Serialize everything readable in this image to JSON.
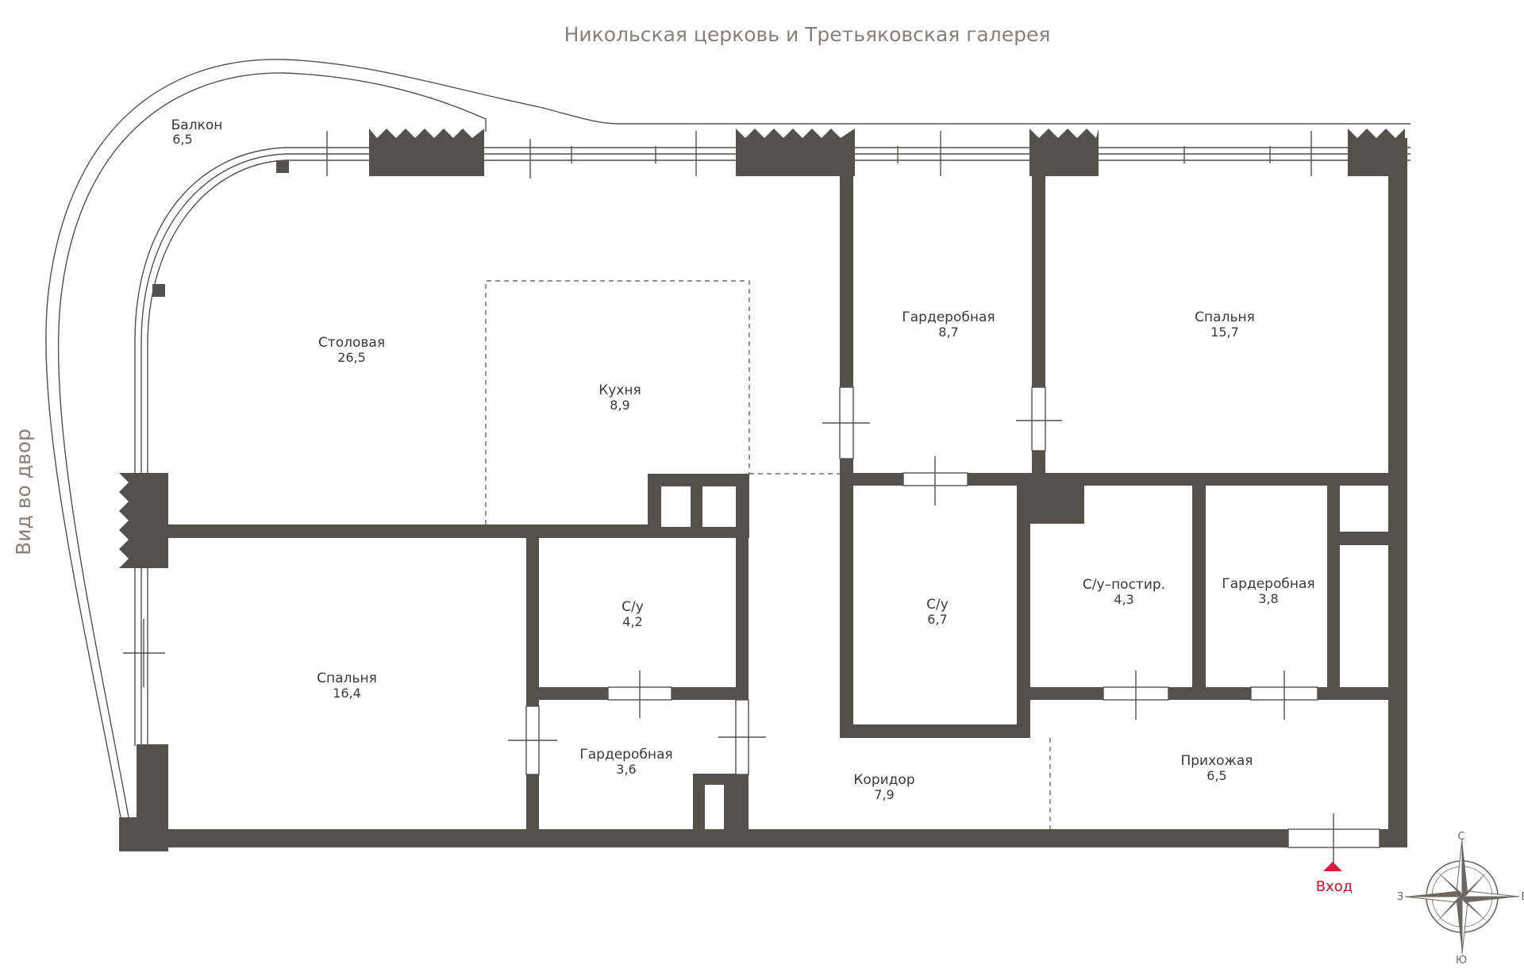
{
  "views": {
    "north": "Никольская церковь и Третьяковская галерея",
    "west": "Вид во двор"
  },
  "rooms": {
    "balcony": {
      "name": "Балкон",
      "area": "6,5"
    },
    "dining": {
      "name": "Столовая",
      "area": "26,5"
    },
    "kitchen": {
      "name": "Кухня",
      "area": "8,9"
    },
    "wardrobe_n": {
      "name": "Гардеробная",
      "area": "8,7"
    },
    "bedroom_ne": {
      "name": "Спальня",
      "area": "15,7"
    },
    "bedroom_w": {
      "name": "Спальня",
      "area": "16,4"
    },
    "wc_small": {
      "name": "С/у",
      "area": "4,2"
    },
    "wardrobe_s": {
      "name": "Гардеробная",
      "area": "3,6"
    },
    "wc_main": {
      "name": "С/у",
      "area": "6,7"
    },
    "wc_laundry": {
      "name": "С/у–постир.",
      "area": "4,3"
    },
    "wardrobe_e": {
      "name": "Гардеробная",
      "area": "3,8"
    },
    "corridor": {
      "name": "Коридор",
      "area": "7,9"
    },
    "hall": {
      "name": "Прихожая",
      "area": "6,5"
    }
  },
  "entrance": {
    "label": "Вход"
  },
  "compass": {
    "n": "С",
    "s": "Ю",
    "e": "В",
    "w": "З"
  },
  "colors": {
    "wall": "#54504c",
    "entrance": "#e0173c",
    "text": "#3c3a38",
    "view_text": "#86817c"
  }
}
